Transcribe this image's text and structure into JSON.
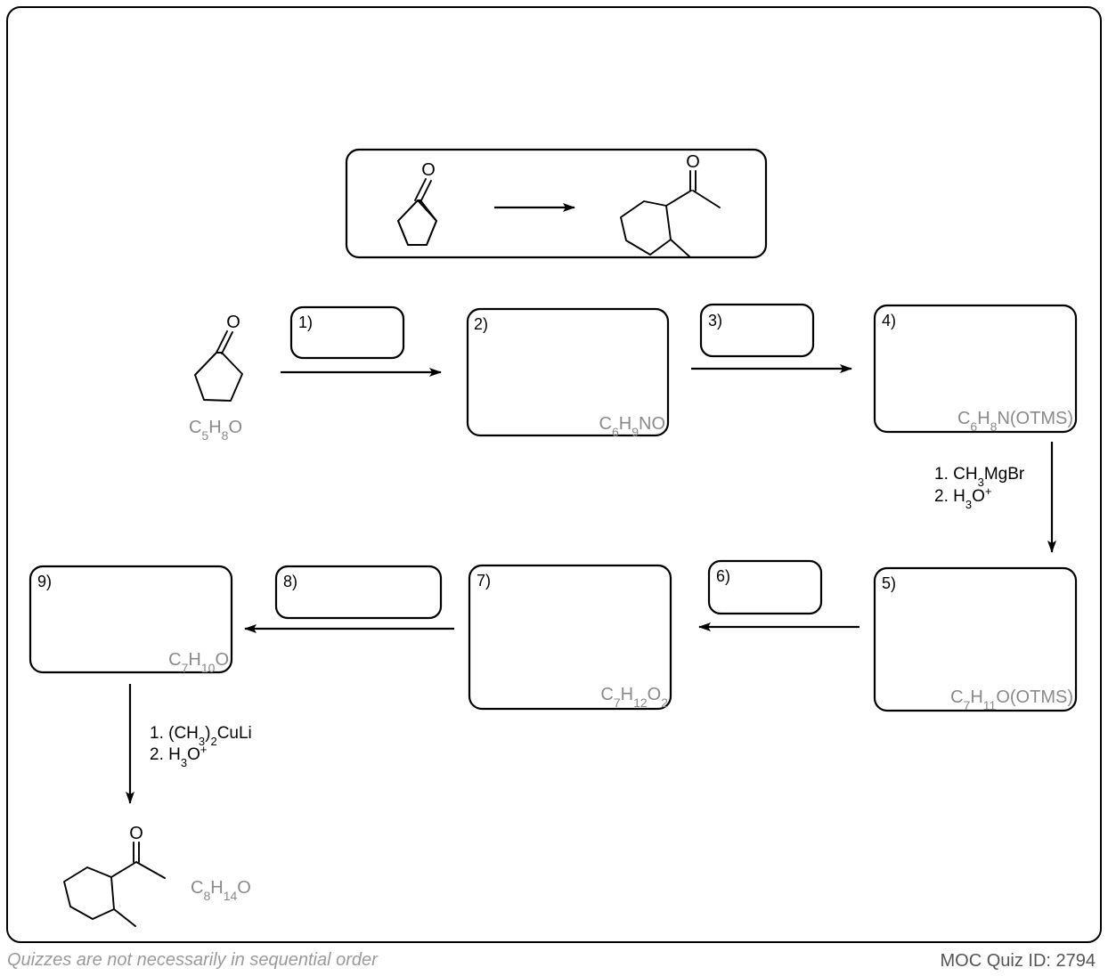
{
  "diagram": {
    "steps": [
      {
        "id": "1",
        "label": "1)",
        "kind": "reagent"
      },
      {
        "id": "2",
        "label": "2)",
        "kind": "product",
        "formula": {
          "C": "6",
          "H": "9",
          "tail": "NO"
        }
      },
      {
        "id": "3",
        "label": "3)",
        "kind": "reagent"
      },
      {
        "id": "4",
        "label": "4)",
        "kind": "product",
        "formula": {
          "C": "6",
          "H": "8",
          "tail": "N(OTMS)"
        }
      },
      {
        "id": "5",
        "label": "5)",
        "kind": "product",
        "formula": {
          "C": "7",
          "H": "11",
          "tail": "O(OTMS)"
        }
      },
      {
        "id": "6",
        "label": "6)",
        "kind": "reagent"
      },
      {
        "id": "7",
        "label": "7)",
        "kind": "product",
        "formula": {
          "C": "7",
          "H": "12",
          "tail": "O",
          "tailsub": "2"
        }
      },
      {
        "id": "8",
        "label": "8)",
        "kind": "reagent"
      },
      {
        "id": "9",
        "label": "9)",
        "kind": "product",
        "formula": {
          "C": "7",
          "H": "10",
          "tail": "O"
        }
      }
    ],
    "start_formula": {
      "C": "5",
      "H": "8",
      "tail": "O"
    },
    "final_formula": {
      "C": "8",
      "H": "14",
      "tail": "O"
    },
    "reagents_4_to_5": {
      "line1": {
        "prefix": "1. CH",
        "sub": "3",
        "suffix": "MgBr"
      },
      "line2": {
        "prefix": "2. H",
        "sub": "3",
        "mid": "O",
        "sup": "+"
      }
    },
    "reagents_9_to_final": {
      "line1": {
        "prefix": "1. (CH",
        "sub": "3",
        "mid": ")",
        "sub2": "2",
        "suffix": "CuLi"
      },
      "line2": {
        "prefix": "2. H",
        "sub": "3",
        "mid": "O",
        "sup": "+"
      }
    },
    "atom_oxygen": "O"
  },
  "footer": {
    "note": "Quizzes are not necessarily in sequential order",
    "quiz_id": "MOC Quiz ID: 2794"
  }
}
